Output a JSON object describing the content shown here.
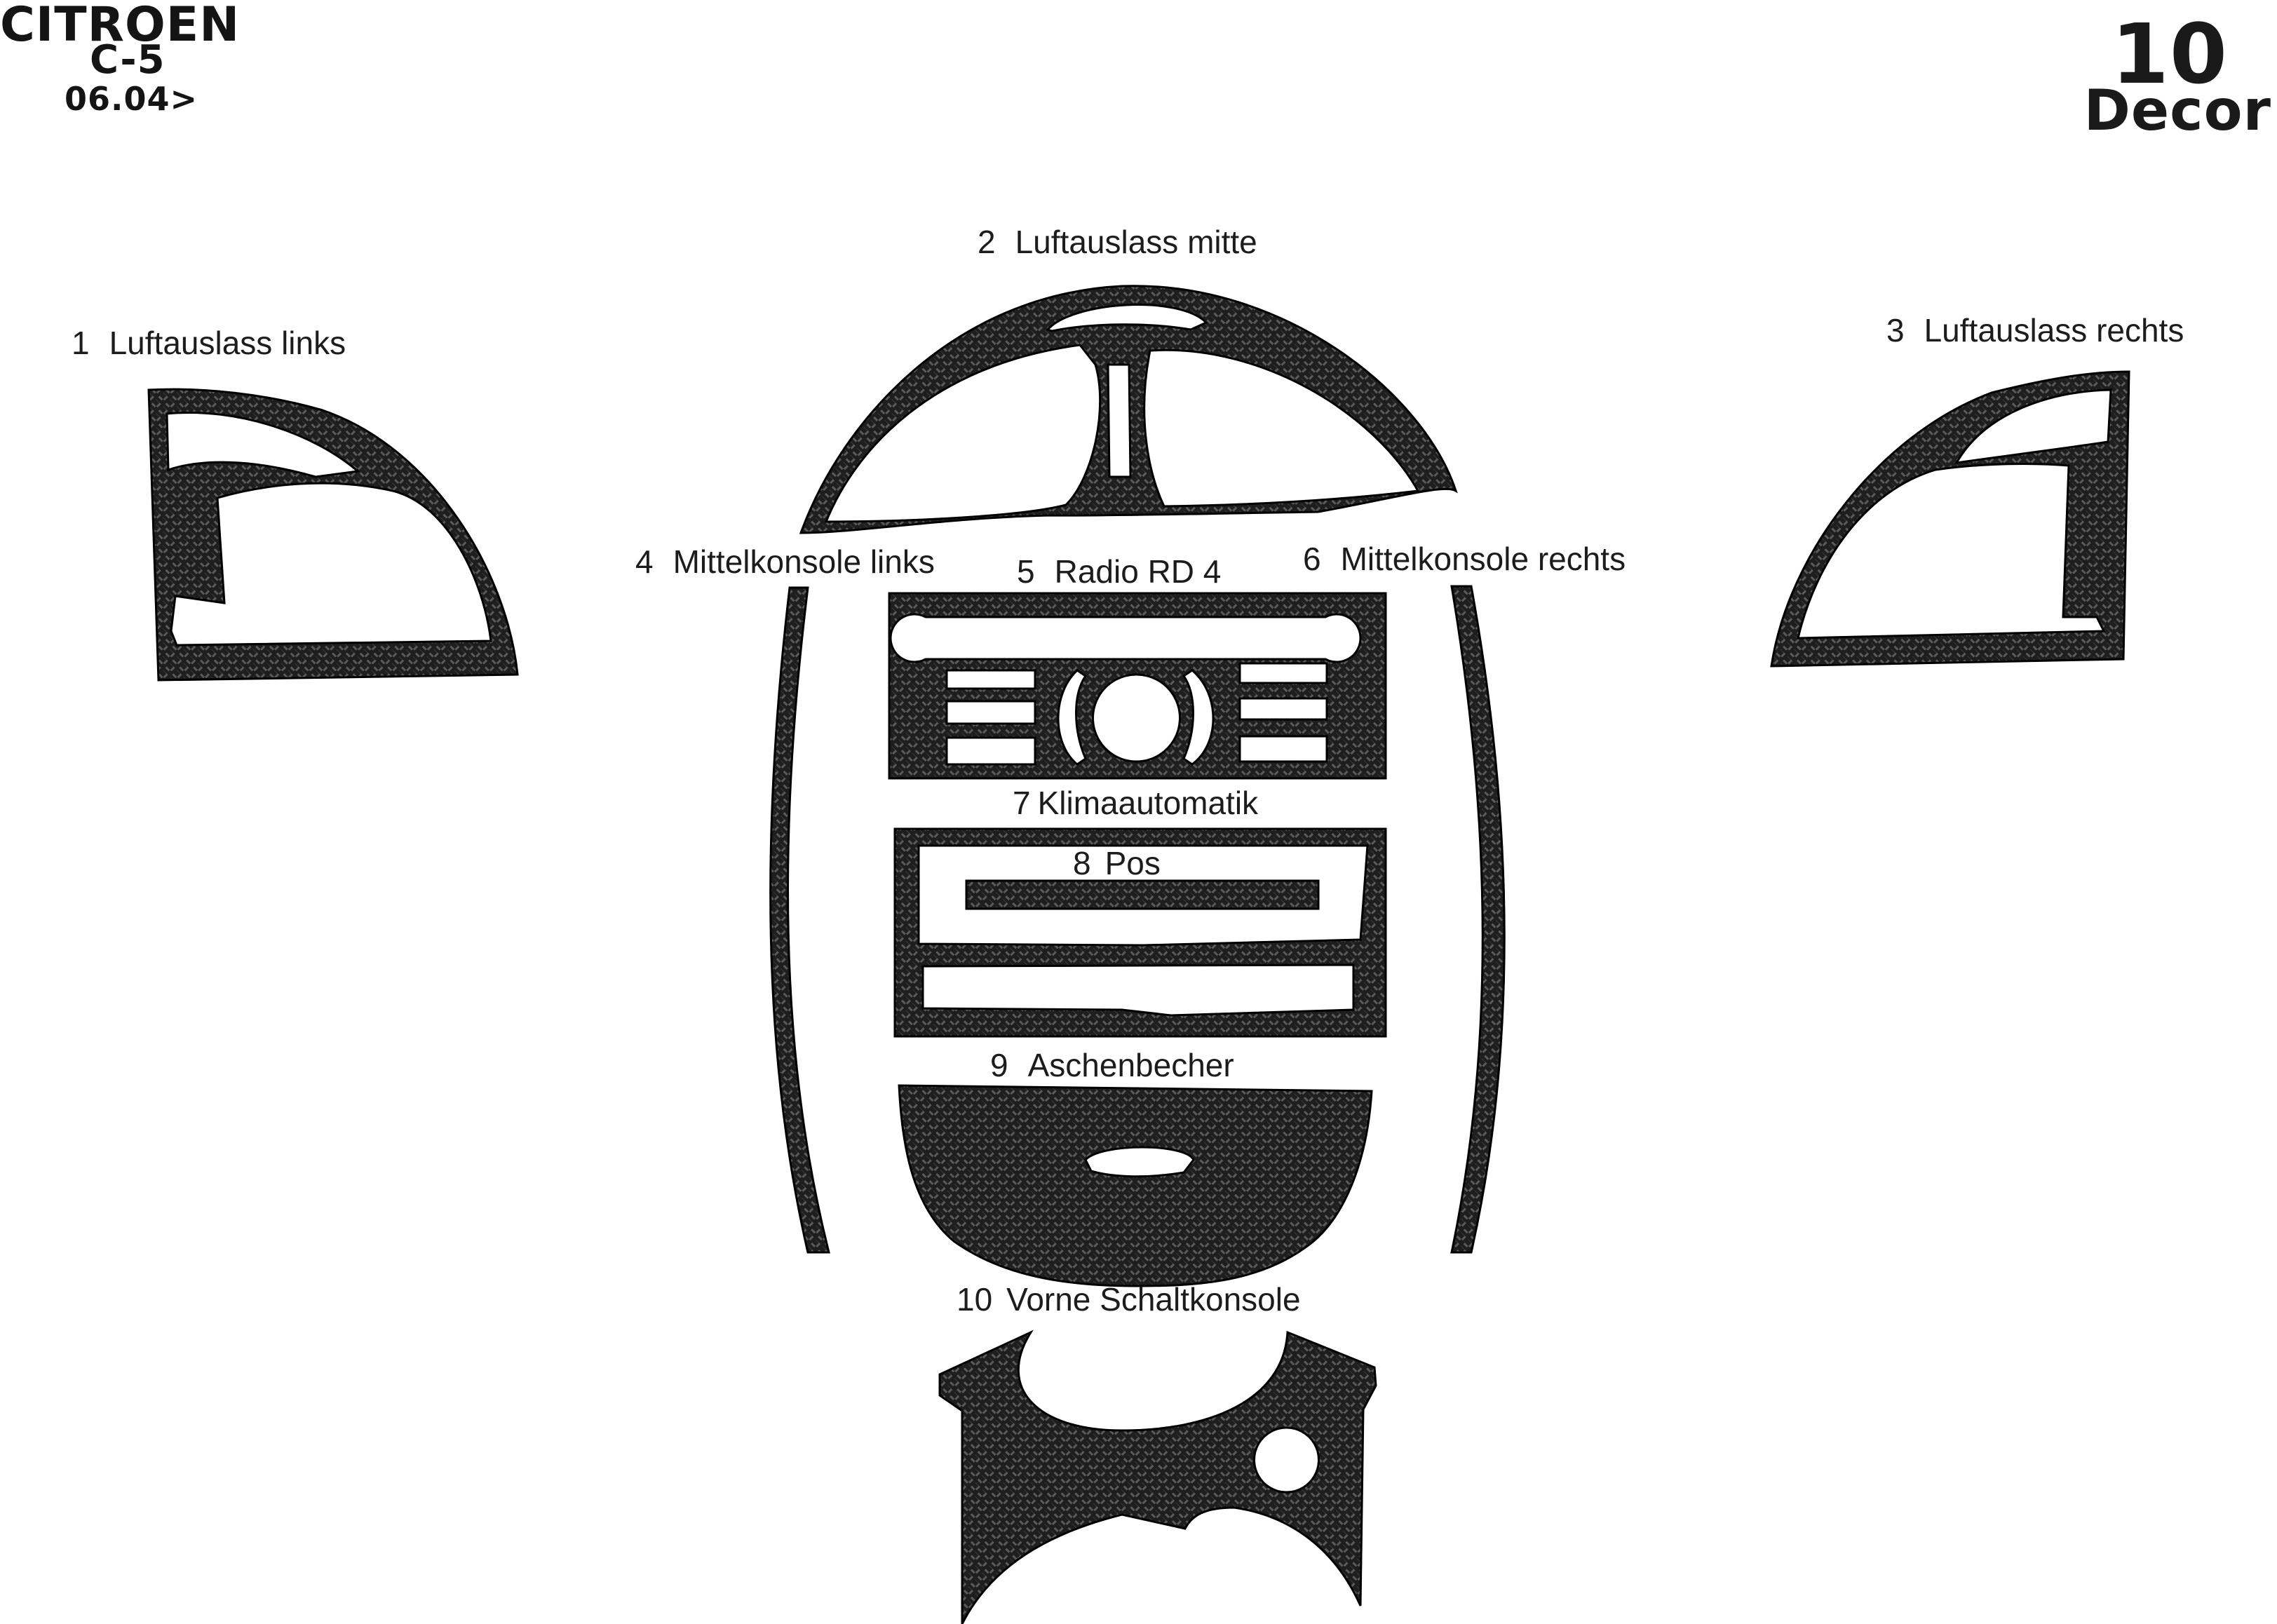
{
  "header": {
    "brand": "CITROEN",
    "model": "C-5",
    "date": "06.04>",
    "count": "10",
    "count_label": "Decor"
  },
  "parts": [
    {
      "num": "1",
      "name": "Luftauslass links"
    },
    {
      "num": "2",
      "name": "Luftauslass mitte"
    },
    {
      "num": "3",
      "name": "Luftauslass rechts"
    },
    {
      "num": "4",
      "name": "Mittelkonsole links"
    },
    {
      "num": "5",
      "name": "Radio RD 4"
    },
    {
      "num": "6",
      "name": "Mittelkonsole rechts"
    },
    {
      "num": "7",
      "name": "Klimaautomatik"
    },
    {
      "num": "8",
      "name": "Pos"
    },
    {
      "num": "9",
      "name": "Aschenbecher"
    },
    {
      "num": "10",
      "name": "Vorne Schaltkonsole"
    }
  ],
  "colors": {
    "carbon_base": "#1e1e1e",
    "carbon_weave": "#5a5a5a",
    "outline": "#000000"
  }
}
